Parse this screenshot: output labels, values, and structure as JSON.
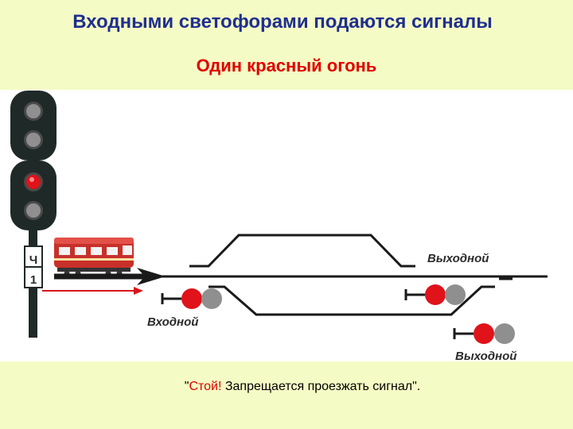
{
  "slide": {
    "title": "Входными светофорами подаются сигналы",
    "subtitle": "Один красный огонь",
    "caption_quote_open": "\"",
    "caption_stop": "Стой!",
    "caption_rest": " Запрещается проезжать сигнал\"."
  },
  "diagram": {
    "signal_plate_top": "Ч",
    "signal_plate_bottom": "1",
    "label_entry": "Входной",
    "label_exit_upper": "Выходной",
    "label_exit_lower": "Выходной"
  },
  "colors": {
    "signal_red": "#e0121a",
    "lamp_off": "#8f8f8f",
    "signal_body": "#1f2a28",
    "arrow_red": "#d8151b",
    "train_red": "#c8302a",
    "title_blue": "#1f2f8f"
  },
  "icons": [
    "train-icon",
    "traffic-light-icon",
    "arrow-icon"
  ]
}
